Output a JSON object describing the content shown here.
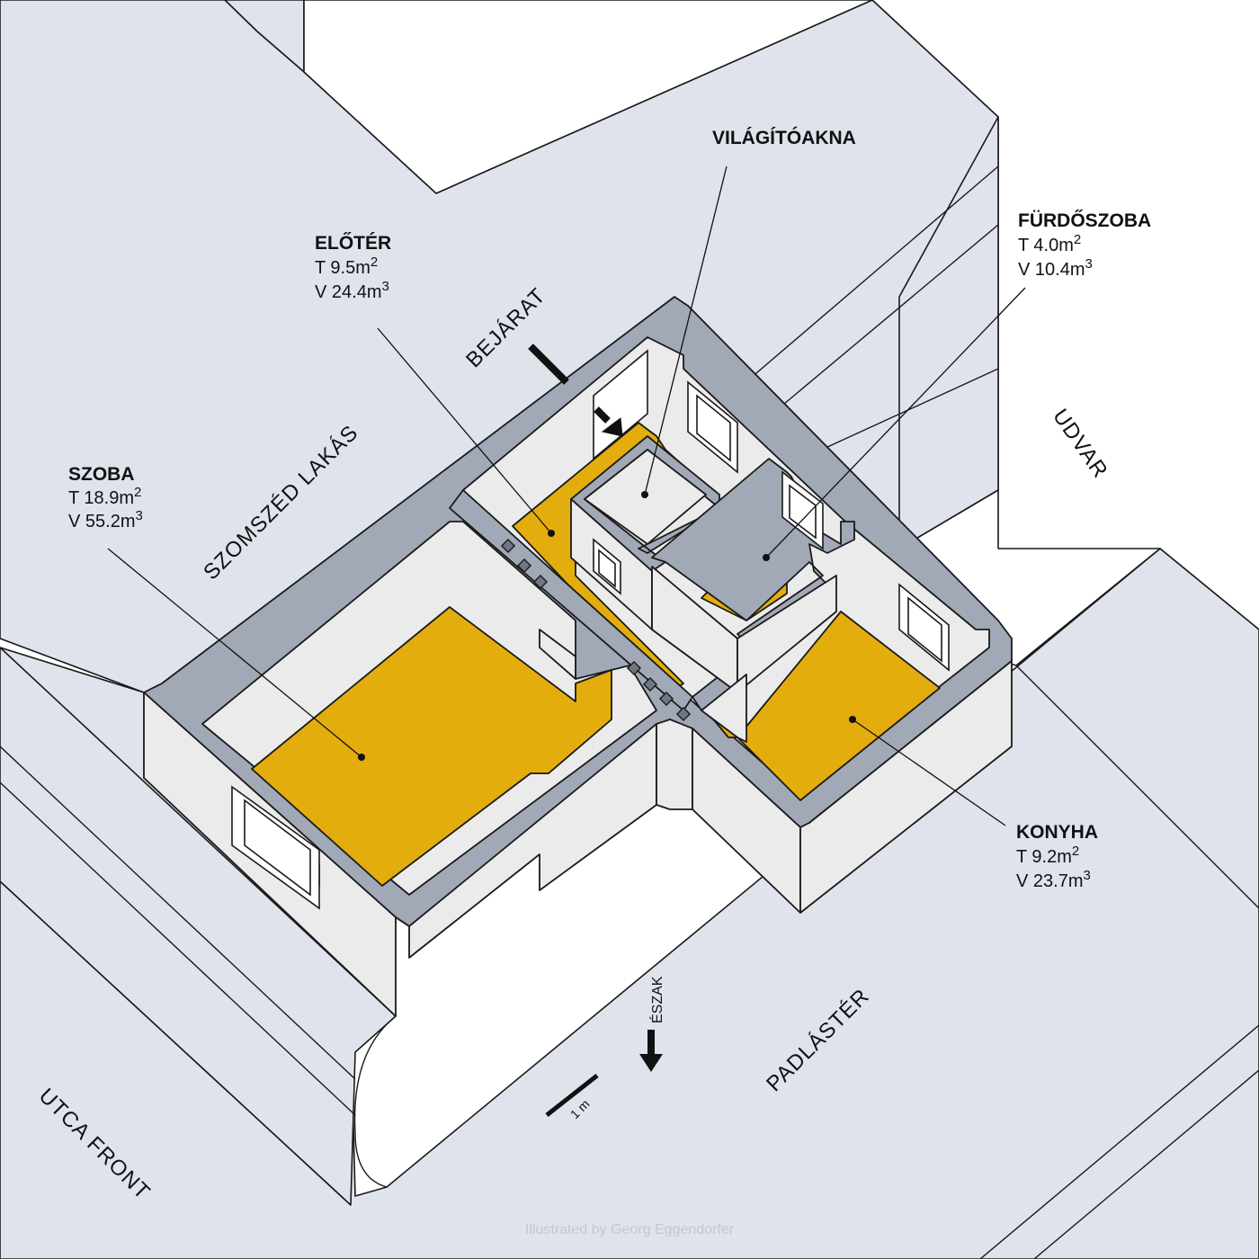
{
  "colors": {
    "surroundings": "#dfe3ec",
    "wall_top": "#a1a8b6",
    "wall_face": "#ebebeb",
    "floor": "#e3ad0e",
    "outline": "#1a1a1a"
  },
  "rooms": [
    {
      "id": "szoba",
      "name": "SZOBA",
      "area_prefix": "T 18.9m",
      "area_exp": "2",
      "volume_prefix": "V 55.2m",
      "volume_exp": "3"
    },
    {
      "id": "eloter",
      "name": "ELŐTÉR",
      "area_prefix": "T 9.5m",
      "area_exp": "2",
      "volume_prefix": "V 24.4m",
      "volume_exp": "3"
    },
    {
      "id": "furdoszoba",
      "name": "FÜRDŐSZOBA",
      "area_prefix": "T 4.0m",
      "area_exp": "2",
      "volume_prefix": "V 10.4m",
      "volume_exp": "3"
    },
    {
      "id": "konyha",
      "name": "KONYHA",
      "area_prefix": "T 9.2m",
      "area_exp": "2",
      "volume_prefix": "V 23.7m",
      "volume_exp": "3"
    }
  ],
  "callouts": {
    "lightwell": "VILÁGÍTÓAKNA",
    "entrance": "BEJÁRAT"
  },
  "surroundings": {
    "neighbor": "SZOMSZÉD LAKÁS",
    "courtyard": "UDVAR",
    "attic": "PADLÁSTÉR",
    "street": "UTCA FRONT"
  },
  "north": "ÉSZAK",
  "scale_label": "1 m",
  "credit": "Illustrated by Georg Eggendorfer"
}
